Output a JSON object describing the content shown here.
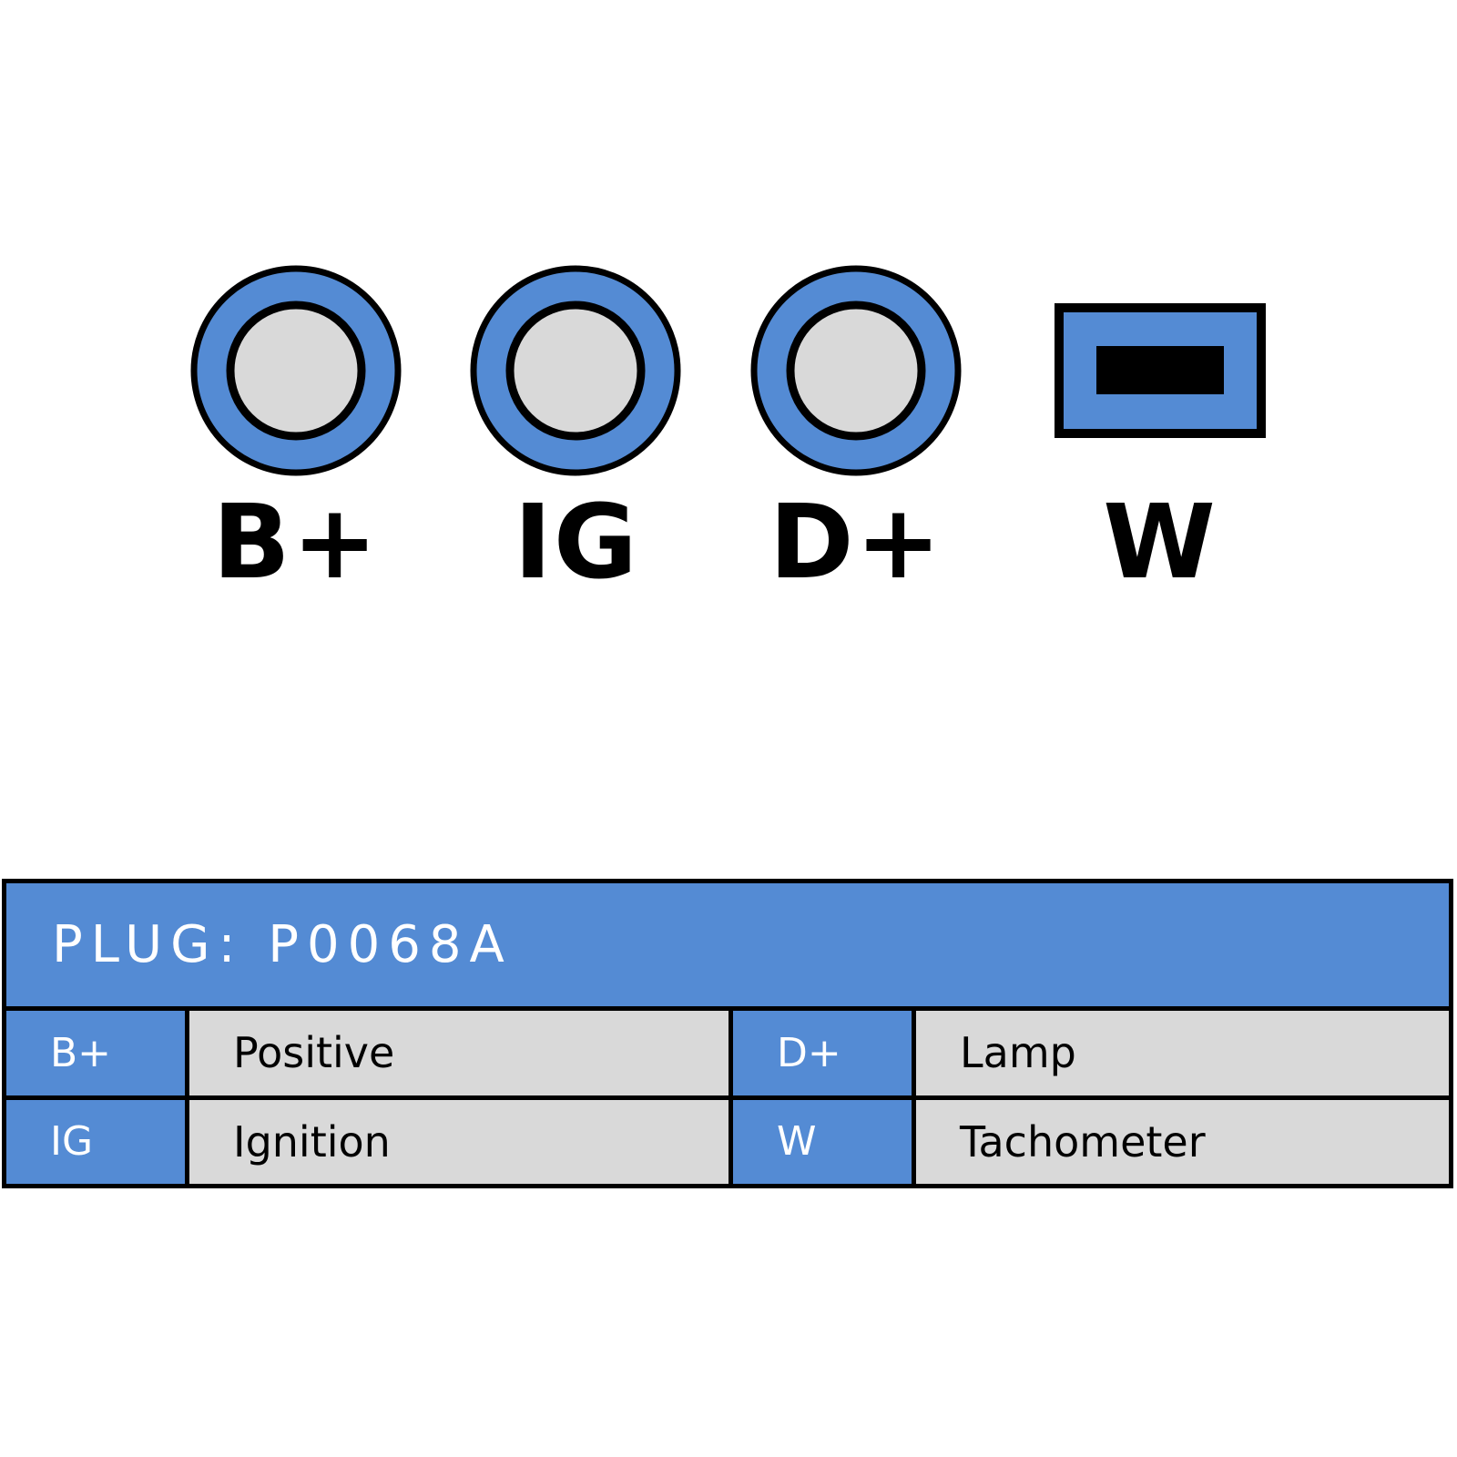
{
  "colors": {
    "accent_blue": "#548bd4",
    "pin_fill_gray": "#d9d9d9",
    "outline_black": "#000000"
  },
  "pins": [
    {
      "label": "B+",
      "shape": "round-terminal-icon"
    },
    {
      "label": "IG",
      "shape": "round-terminal-icon"
    },
    {
      "label": "D+",
      "shape": "round-terminal-icon"
    },
    {
      "label": "W",
      "shape": "blade-terminal-icon"
    }
  ],
  "plug": {
    "title": "PLUG: P0068A",
    "rows": [
      [
        {
          "code": "B+",
          "desc": "Positive"
        },
        {
          "code": "D+",
          "desc": "Lamp"
        }
      ],
      [
        {
          "code": "IG",
          "desc": "Ignition"
        },
        {
          "code": "W",
          "desc": "Tachometer"
        }
      ]
    ]
  }
}
